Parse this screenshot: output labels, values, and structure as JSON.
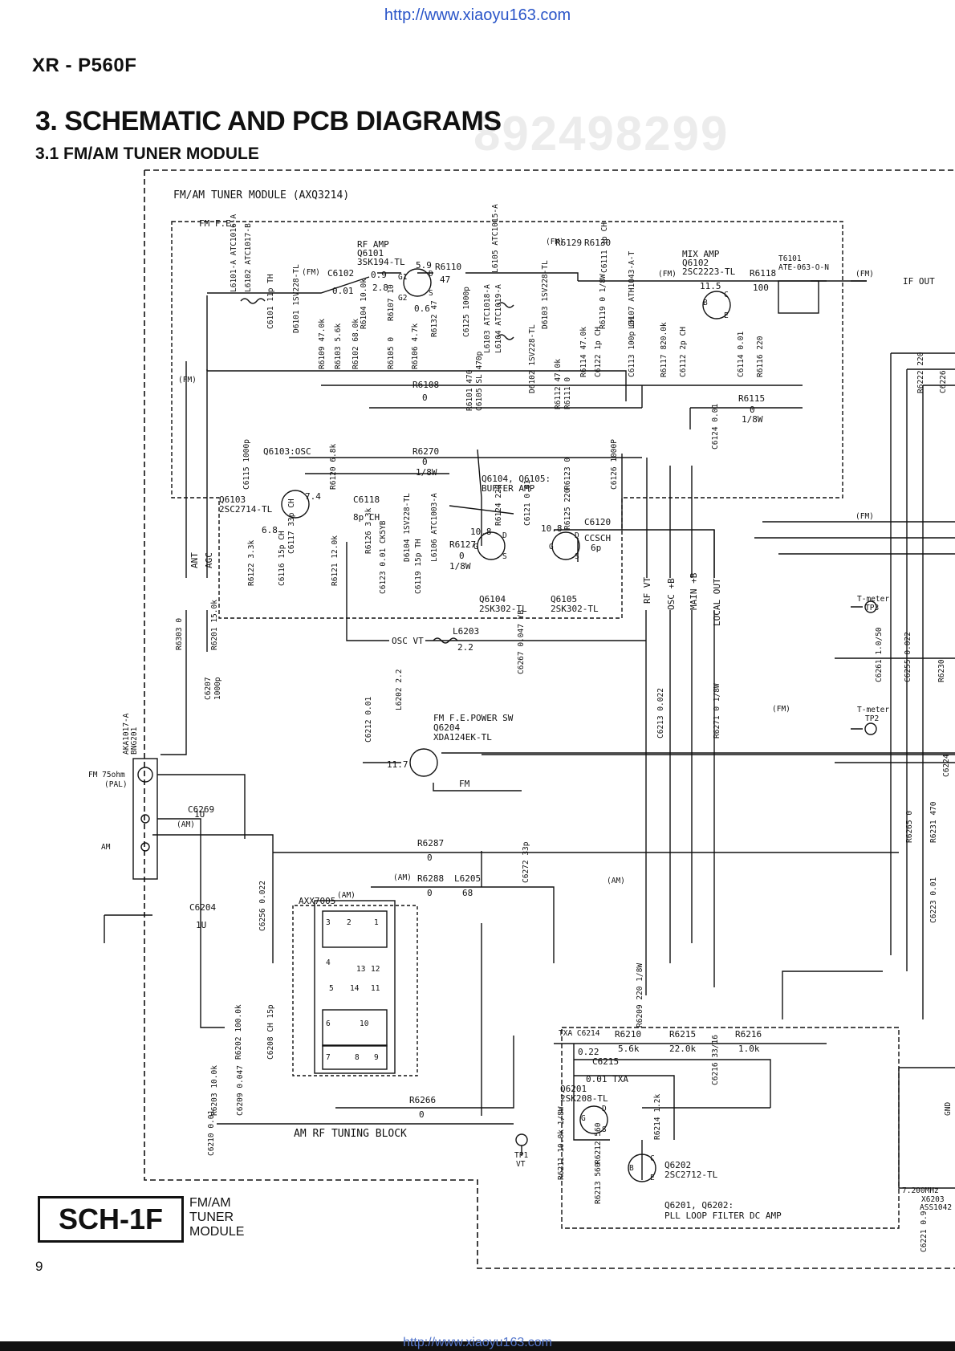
{
  "header": {
    "url": "http://www.xiaoyu163.com",
    "model": "XR - P560F",
    "section_title": "3. SCHEMATIC AND PCB DIAGRAMS",
    "watermark": "892498299",
    "subsection_title": "3.1 FM/AM TUNER MODULE"
  },
  "schematic": {
    "module_title": "FM/AM TUNER MODULE (AXQ3214)",
    "fm_fe_label": "FM F.E.",
    "rf_amp": [
      "RF AMP",
      "Q6101",
      "3SK194-TL"
    ],
    "mix_amp": [
      "MIX AMP",
      "Q6102",
      "2SC2223-TL"
    ],
    "osc": [
      "Q6103:OSC",
      "Q6103",
      "2SC2714-TL"
    ],
    "buffer_amp": [
      "Q6104, Q6105:",
      "BUFFER AMP"
    ],
    "q6104": [
      "Q6104",
      "2SK302-TL"
    ],
    "q6105": [
      "Q6105",
      "2SK302-TL"
    ],
    "t6101": [
      "T6101",
      "ATE-063-O-N"
    ],
    "if_out": "IF OUT",
    "fm_power_sw": [
      "FM F.E.POWER SW",
      "Q6204",
      "XDA124EK-TL"
    ],
    "fm_label": "FM",
    "am_label": "AM",
    "fm_input": [
      "FM 75ohm",
      "(PAL)"
    ],
    "connector": [
      "AKA1017-A",
      "BNG201"
    ],
    "block_ic": "AXX7005",
    "am_rf_tuning": "AM RF TUNING BLOCK",
    "q6201": [
      "Q6201",
      "2SK208-TL"
    ],
    "q6202": [
      "Q6202",
      "2SC2712-TL"
    ],
    "pll_filter": [
      "Q6201, Q6202:",
      "PLL LOOP FILTER DC AMP"
    ],
    "tp1": [
      "TP1",
      "VT"
    ],
    "tp2": [
      "T-meter",
      "TP2"
    ],
    "tp3": [
      "T-meter",
      "TP3"
    ],
    "crystal": [
      "7.200MHz",
      "X6203",
      "ASS1042"
    ],
    "osc_vt": "OSC VT",
    "signals": [
      "ANT",
      "AGC",
      "RF VT",
      "OSC +B",
      "MAIN +B",
      "LOCAL OUT"
    ],
    "fm_tag": "(FM)",
    "am_tag": "(AM)",
    "components": {
      "c6102": [
        "C6102",
        "0.01"
      ],
      "r6110": [
        "R6110",
        "47"
      ],
      "r6129": [
        "R6129",
        "R6130"
      ],
      "r6118": [
        "R6118",
        "100"
      ],
      "r6108": [
        "R6108",
        "0"
      ],
      "r6115": [
        "R6115",
        "0",
        "1/8W"
      ],
      "r6270": [
        "R6270",
        "0",
        "1/8W"
      ],
      "c6118": [
        "C6118",
        "8p CH"
      ],
      "c6120": [
        "C6120",
        "CCSCH",
        "6p"
      ],
      "r6127": [
        "R6127",
        "0",
        "1/8W"
      ],
      "l6203": [
        "L6203",
        "2.2"
      ],
      "c6207": [
        "C6207",
        "1000p"
      ],
      "c6269": [
        "C6269",
        "1U"
      ],
      "c6204": [
        "C6204",
        "1U"
      ],
      "r6287": [
        "R6287",
        "0"
      ],
      "r6288": [
        "R6288",
        "0"
      ],
      "l6205": [
        "L6205",
        "68"
      ],
      "r6266": [
        "R6266",
        "0"
      ],
      "c6214": [
        "TXA C6214",
        "0.22"
      ],
      "r6210": [
        "R6210",
        "5.6k"
      ],
      "r6215": [
        "R6215",
        "22.0k"
      ],
      "r6216": [
        "R6216",
        "1.0k"
      ],
      "c6215": [
        "C6215",
        "0.01 TXA"
      ]
    },
    "vertical_labels": {
      "l6101": "L6101-A ATC1016-A",
      "l6102": "L6102 ATC1017-B",
      "c6101": "C6101 11p TH",
      "d6101": "D6101 1SV228-TL",
      "r6109": "R6109 47.0k",
      "r6103": "R6103 5.6k",
      "r6102": "R6102 68.0k",
      "r6104": "R6104 10.0k",
      "r6105": "R6105 0",
      "r6107": "R6107 10",
      "r6106": "R6106 4.7k",
      "r6132": "R6132 47",
      "c6125": "C6125 1000p",
      "l6105": "L6105 ATC1015-A",
      "l6103": "L6103 ATC1018-A",
      "l6104": "L6104 ATC1019-A",
      "r6101": "R6101 470",
      "c6105": "C6105 SL 470p",
      "d6103": "D6103 1SV228-TL",
      "d6102": "D6102 1SV228-TL",
      "r6111": "R6111 0",
      "r6112": "R6112 47.0k",
      "r6114": "R6114 47.0k",
      "c6122": "C6122 1p CH",
      "c6111": "C6111 1p CH",
      "r6119": "R6119 0 1/8W",
      "l6107": "L6107 ATH1043-A-T",
      "c6113": "C6113 100p CH",
      "r6117": "R6117 820.0k",
      "c6112": "C6112 2p CH",
      "c6114": "C6114 0.01",
      "r6116": "R6116 220",
      "r6222": "R6222 220",
      "c6226": "C6226",
      "c6115": "C6115 1000p",
      "r6120": "R6120 6.8k",
      "c6124": "C6124 0.01",
      "r6123": "R6123 0",
      "c6126": "C6126 1000P",
      "r6124": "R6124 220",
      "c6121": "C6121 0.01",
      "r6125": "R6125 220",
      "c6117": "C6117 33p CH",
      "r6122": "R6122 3.3k",
      "c6116": "C6116 15p CH",
      "r6121": "R6121 12.0k",
      "r6126": "R6126 3.3k",
      "c6123": "C6123 0.01 CK5YB",
      "d6104": "D6104 1SV228-TL",
      "c6119": "C6119 15p TH",
      "l6106": "L6106 ATC1003-A",
      "r6303": "R6303 0",
      "r6201": "R6201 15.0k",
      "c6267": "C6267 0.047 YB",
      "l6202": "L6202 2.2",
      "c6212": "C6212 0.01",
      "c6213": "C6213 0.022",
      "r6271": "R6271 0 1/8W",
      "c6261": "C6261 1.0/50",
      "c6255": "C6255 0.022",
      "r6230": "R6230",
      "c6224": "C6224",
      "r6265": "R6265 0",
      "r6231": "R6231 470",
      "c6223": "C6223 0.01",
      "c6272": "C6272 33p",
      "c6256": "C6256 0.022",
      "r6202": "R6202 100.0k",
      "c6208": "C6208 CH 15p",
      "r6203": "R6203 10.0k",
      "c6209": "C6209 0.047",
      "c6210": "C6210 0.01",
      "r6209": "R6209 220 1/8W",
      "c6216": "C6216 33/16",
      "r6214": "R6214 1.2k",
      "r6211": "R6211 10.0k 1/8W",
      "r6212": "R6212 560",
      "r6213": "R6213 560",
      "c6221": "C6221 0.9",
      "gnd": "GND"
    },
    "voltages": [
      "0.9",
      "2.8",
      "5.9",
      "0.6",
      "11.5",
      "7.4",
      "6.8",
      "10.8",
      "10.8",
      "11.7"
    ],
    "pins": {
      "q6101": [
        "G1",
        "G2",
        "D",
        "S"
      ],
      "fet": [
        "G",
        "D",
        "S"
      ],
      "bjt": [
        "B",
        "C",
        "E"
      ],
      "block": [
        "3",
        "2",
        "1",
        "4",
        "13",
        "12",
        "5",
        "14",
        "11",
        "6",
        "10",
        "7",
        "8",
        "9"
      ]
    }
  },
  "footer": {
    "sch_code": "SCH-1F",
    "caption": [
      "FM/AM",
      "TUNER",
      "MODULE"
    ],
    "page_number": "9",
    "bottom_url": "http://www.xiaoyu163.com"
  }
}
